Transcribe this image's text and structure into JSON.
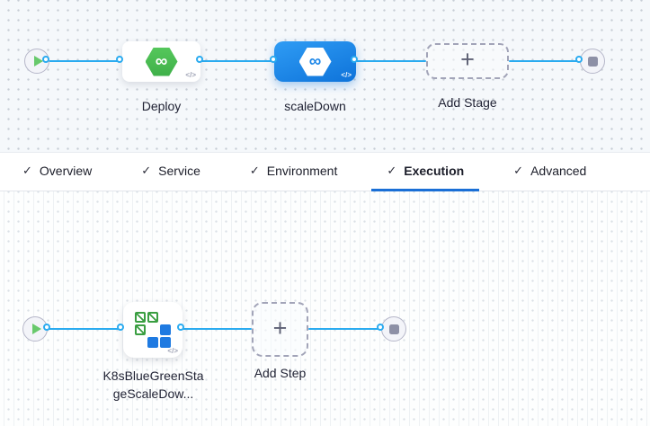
{
  "colors": {
    "connector_blue": "#2AABF0",
    "selected_stage_blue_top": "#2F9CF4",
    "selected_stage_blue_bottom": "#0E73DA",
    "harness_green": "#4CBB4F",
    "active_tab_underline": "#1A6FD6",
    "k8s_icon_blue": "#1F7AE1",
    "k8s_icon_green": "#3A9E41",
    "canvas_top_bg": "#F5F8FB",
    "canvas_bottom_bg": "#FDFEFE"
  },
  "icons": {
    "check": "✓",
    "plus": "+",
    "infinity": "∞",
    "code": "</>"
  },
  "stage_pipeline": {
    "deploy": {
      "label": "Deploy"
    },
    "scaledown": {
      "label": "scaleDown",
      "selected": true
    },
    "add_stage": {
      "label": "Add Stage"
    }
  },
  "tabs": [
    {
      "label": "Overview",
      "checked": true,
      "active": false
    },
    {
      "label": "Service",
      "checked": true,
      "active": false
    },
    {
      "label": "Environment",
      "checked": true,
      "active": false
    },
    {
      "label": "Execution",
      "checked": true,
      "active": true
    },
    {
      "label": "Advanced",
      "checked": true,
      "active": false
    }
  ],
  "execution_pipeline": {
    "step": {
      "label": "K8sBlueGreenStageScaleDow..."
    },
    "add_step": {
      "label": "Add Step"
    }
  }
}
